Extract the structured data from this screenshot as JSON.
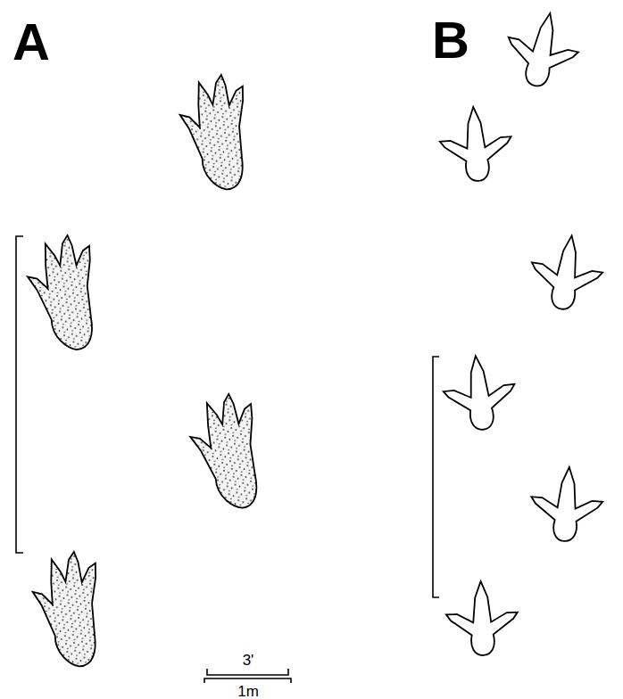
{
  "diagram": {
    "labels": [
      "A",
      "B",
      "3'",
      "1m"
    ]
  }
}
